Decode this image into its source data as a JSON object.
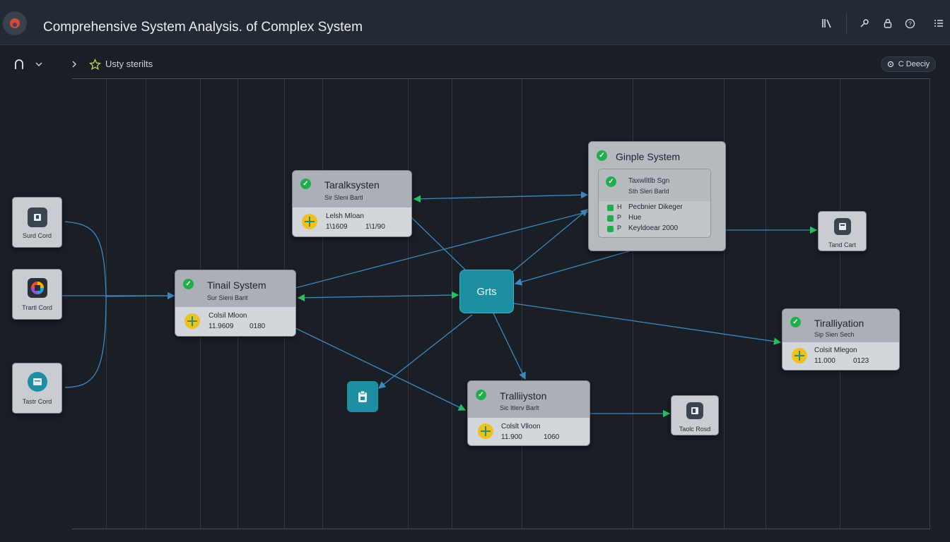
{
  "app": {
    "title": "Comprehensive System Analysis. of Complex System"
  },
  "header": {
    "icons": [
      "library-icon",
      "settings-icon",
      "lock-icon",
      "help-icon",
      "menu-icon"
    ]
  },
  "toolbar": {
    "breadcrumb_label": "Usty sterilts",
    "deploy_label": "C Deeciy"
  },
  "nodes": {
    "tarallsystem": {
      "title": "Taralksysten",
      "subtitle": "Sir Sleni Bartl",
      "meta_label": "Lelsh Mloan",
      "meta_a": "1\\1609",
      "meta_b": "1\\1/90"
    },
    "tinail": {
      "title": "Tinail System",
      "subtitle": "Sur Sieni Barit",
      "meta_label": "Colsil Mloon",
      "meta_a": "11.9609",
      "meta_b": "0180"
    },
    "ginple": {
      "title": "Ginple System",
      "inner_title": "Taxwlltlb Sgn",
      "inner_subtitle": "Sth Sleri Barld",
      "rows": [
        {
          "key": "H",
          "value": "Pecbnier Dikeger"
        },
        {
          "key": "P",
          "value": "Hue"
        },
        {
          "key": "P",
          "value": "Keyldoear 2000"
        }
      ]
    },
    "trallfiyation": {
      "title": "Tiralliyation",
      "subtitle": "Sip Sien Sech",
      "meta_label": "Colsit Mlegon",
      "meta_a": "11.000",
      "meta_b": "0123"
    },
    "trallliyston": {
      "title": "Tralliiyston",
      "subtitle": "Sic Itlerv Barlt",
      "meta_label": "Colslt Vlloon",
      "meta_a": "11.900",
      "meta_b": "1060"
    },
    "hub": {
      "label": "Grts"
    }
  },
  "small_cards": {
    "s1": "Surd Cord",
    "s2": "Trartl Cord",
    "s3": "Tastr Cord",
    "s4": "Tand Cart",
    "s5": "Taolc Rosd"
  },
  "colors": {
    "background": "#1a1f26",
    "card": "#c9ccd0",
    "hub": "#1e8fa3",
    "edge_blue": "#3e88c2",
    "arrow_green": "#27c160",
    "check_green": "#1fae4a"
  }
}
